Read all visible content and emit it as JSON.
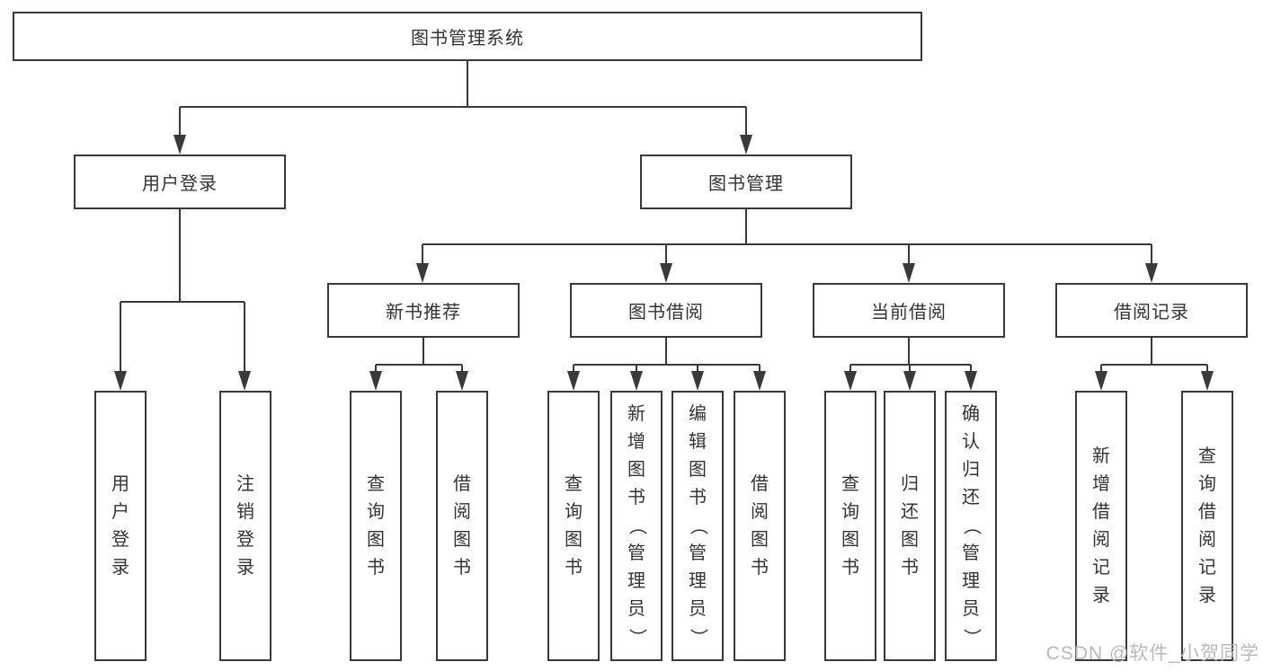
{
  "colors": {
    "background": "#ffffff",
    "line": "#3a3a3a",
    "box_border": "#3a3a3a",
    "text": "#333333",
    "watermark": "#b9b9b9"
  },
  "watermark": {
    "text": "CSDN @软件_小贺同学"
  },
  "tree": {
    "label": "图书管理系统",
    "children": [
      {
        "label": "用户登录",
        "children": [
          {
            "label": "用户登录"
          },
          {
            "label": "注销登录"
          }
        ]
      },
      {
        "label": "图书管理",
        "children": [
          {
            "label": "新书推荐",
            "children": [
              {
                "label": "查询图书"
              },
              {
                "label": "借阅图书"
              }
            ]
          },
          {
            "label": "图书借阅",
            "children": [
              {
                "label": "查询图书"
              },
              {
                "label": "新增图书（管理员）"
              },
              {
                "label": "编辑图书（管理员）"
              },
              {
                "label": "借阅图书"
              }
            ]
          },
          {
            "label": "当前借阅",
            "children": [
              {
                "label": "查询图书"
              },
              {
                "label": "归还图书"
              },
              {
                "label": "确认归还（管理员）"
              }
            ]
          },
          {
            "label": "借阅记录",
            "children": [
              {
                "label": "新增借阅记录"
              },
              {
                "label": "查询借阅记录"
              }
            ]
          }
        ]
      }
    ]
  }
}
